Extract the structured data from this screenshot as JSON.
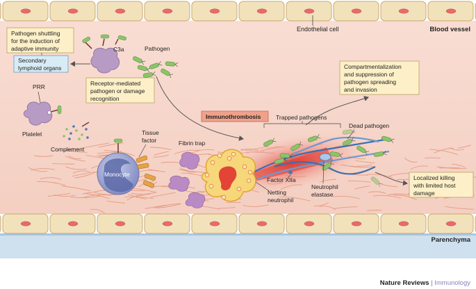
{
  "regions": {
    "blood_vessel": "Blood vessel",
    "endothelial_cell": "Endothelial cell",
    "parenchyma": "Parenchyma"
  },
  "boxes": {
    "pathogen_shuttling": [
      "Pathogen shuttling",
      "for the induction of",
      "adaptive immunity"
    ],
    "secondary_lymphoid": [
      "Secondary",
      "lymphoid organs"
    ],
    "receptor_mediated": [
      "Receptor-mediated",
      "pathogen or damage",
      "recognition"
    ],
    "immunothrombosis": "Immunothrombosis",
    "compartmentalization": [
      "Compartmentalization",
      "and suppression of",
      "pathogen spreading",
      "and invasion"
    ],
    "localized_killing": [
      "Localized killing",
      "with limited host",
      "damage"
    ]
  },
  "labels": {
    "c3a": "C3a",
    "pathogen": "Pathogen",
    "prr": "PRR",
    "platelet": "Platelet",
    "complement": "Complement",
    "tissue_factor": [
      "Tissue",
      "factor"
    ],
    "monocyte": "Monocyte",
    "fibrin_trap": "Fibrin trap",
    "trapped_pathogens": "Trapped pathogens",
    "dead_pathogen": "Dead pathogen",
    "factor_xiia": "Factor XIIa",
    "neutrophil_elastase": [
      "Neutrophil",
      "elastase"
    ],
    "netting_neutrophil": [
      "Netting",
      "neutrophil"
    ]
  },
  "footer": {
    "journal": "Nature Reviews",
    "separator": " | ",
    "section": "Immunology"
  },
  "colors": {
    "vessel_lumen": "#f7d9cf",
    "endothelium": "#f2e2bc",
    "endothelium_stroke": "#c9a86e",
    "nucleus": "#e86b6b",
    "parenchyma": "#cfe0ef",
    "info_box": "#fdf0c8",
    "lymphoid_box": "#d8ecf6",
    "immunothrombosis_box": "#f0a18a",
    "platelet": "#b89bc4",
    "monocyte": "#8d98cc",
    "neutrophil": "#f6d77a",
    "fibrin": "#e08a6e",
    "pathogen": "#8cc46a",
    "net": "#3b6fb0",
    "journal_accent": "#8c7fb8"
  }
}
